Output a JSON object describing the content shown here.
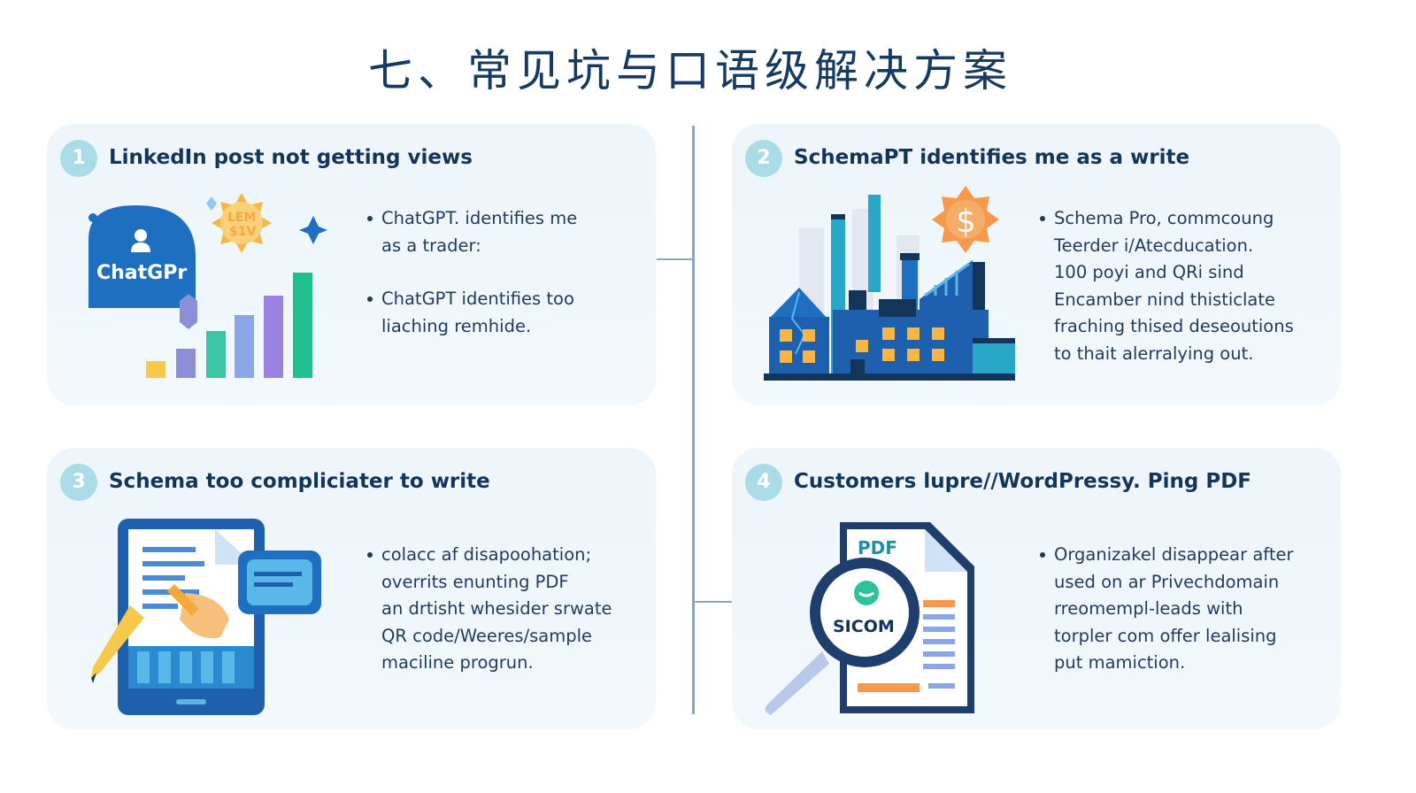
{
  "title": "七、常见坑与口语级解决方案",
  "cards": [
    {
      "number": "1",
      "heading": "LinkedIn post not getting views",
      "bullets": [
        "ChatGPT. identifies me\nas a trader:",
        "ChatGPT identifies too\nliaching remhide."
      ],
      "illustration": {
        "icon": "chatgpt-bar-chart-icon",
        "label": "ChatGPr",
        "badge": "LEM\n$1V"
      }
    },
    {
      "number": "2",
      "heading": "SchemaPT identifies me as a write",
      "bullets": [
        "Schema Pro, commcoung\nTeerder i/Atecducation.\n100 poyi and QRi sind\nEncamber nind thisticlate\nfraching thised deseoutions\nto thait alerralying out."
      ],
      "illustration": {
        "icon": "factory-dollar-icon",
        "label": "$"
      }
    },
    {
      "number": "3",
      "heading": "Schema too compliciater to write",
      "bullets": [
        "colacc af disapoohation;\noverrits enunting PDF\nan drtisht whesider srwate\nQR code/Weeres/sample\nmaciline progrun."
      ],
      "illustration": {
        "icon": "tablet-document-pencil-icon"
      }
    },
    {
      "number": "4",
      "heading": "Customers lupre//WordPressy. Ping PDF",
      "bullets": [
        "Organizakel disappear after\nused on ar Privechdomain\nrreomempl-leads with\ntorpler com offer lealising\nput mamiction."
      ],
      "illustration": {
        "icon": "pdf-magnifier-icon",
        "doc_label": "PDF",
        "lens_label": "SICOM"
      }
    }
  ],
  "colors": {
    "title": "#173a62",
    "card_bg": "#eef6fb",
    "badge": "#a9dce6",
    "primary_blue": "#1e6fc0",
    "orange": "#f59a3c",
    "teal": "#2cc39a"
  }
}
